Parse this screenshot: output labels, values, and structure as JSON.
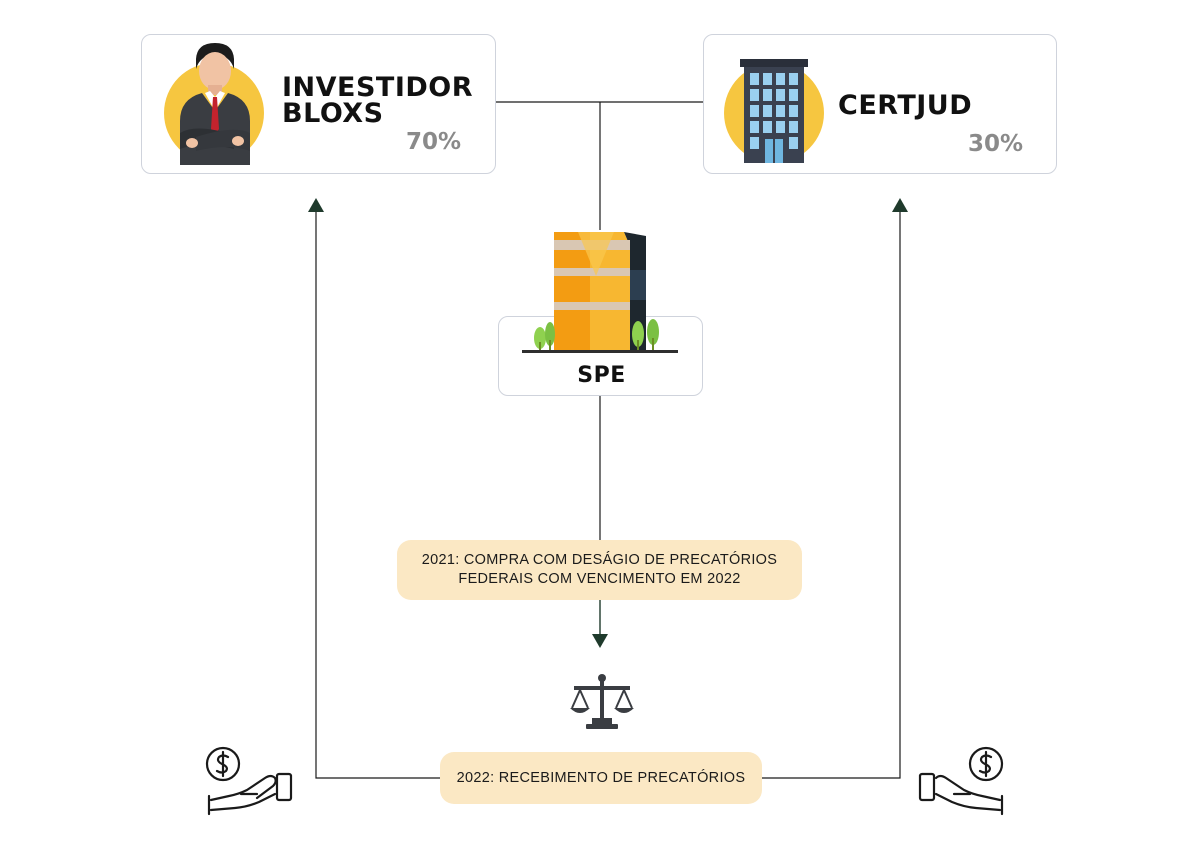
{
  "investor": {
    "title_line1": "INVESTIDOR",
    "title_line2": "BLOXS",
    "share": "70%"
  },
  "certjud": {
    "title": "CERTJUD",
    "share": "30%"
  },
  "spe": {
    "label": "SPE"
  },
  "step_2021": {
    "line1": "2021: COMPRA COM DESÁGIO DE PRECATÓRIOS",
    "line2": "FEDERAIS COM VENCIMENTO EM 2022"
  },
  "step_2022": {
    "label": "2022: RECEBIMENTO DE PRECATÓRIOS"
  },
  "icons": {
    "investor": "businessman-icon",
    "certjud": "office-building-icon",
    "spe": "spe-building-icon",
    "scale": "balance-scale-icon",
    "payout_left": "hand-money-icon",
    "payout_right": "hand-money-icon"
  },
  "colors": {
    "accent": "#f6c640",
    "pill_bg": "#fbe8c4",
    "arrow": "#1f3a2c",
    "line": "#1a1a1a"
  }
}
